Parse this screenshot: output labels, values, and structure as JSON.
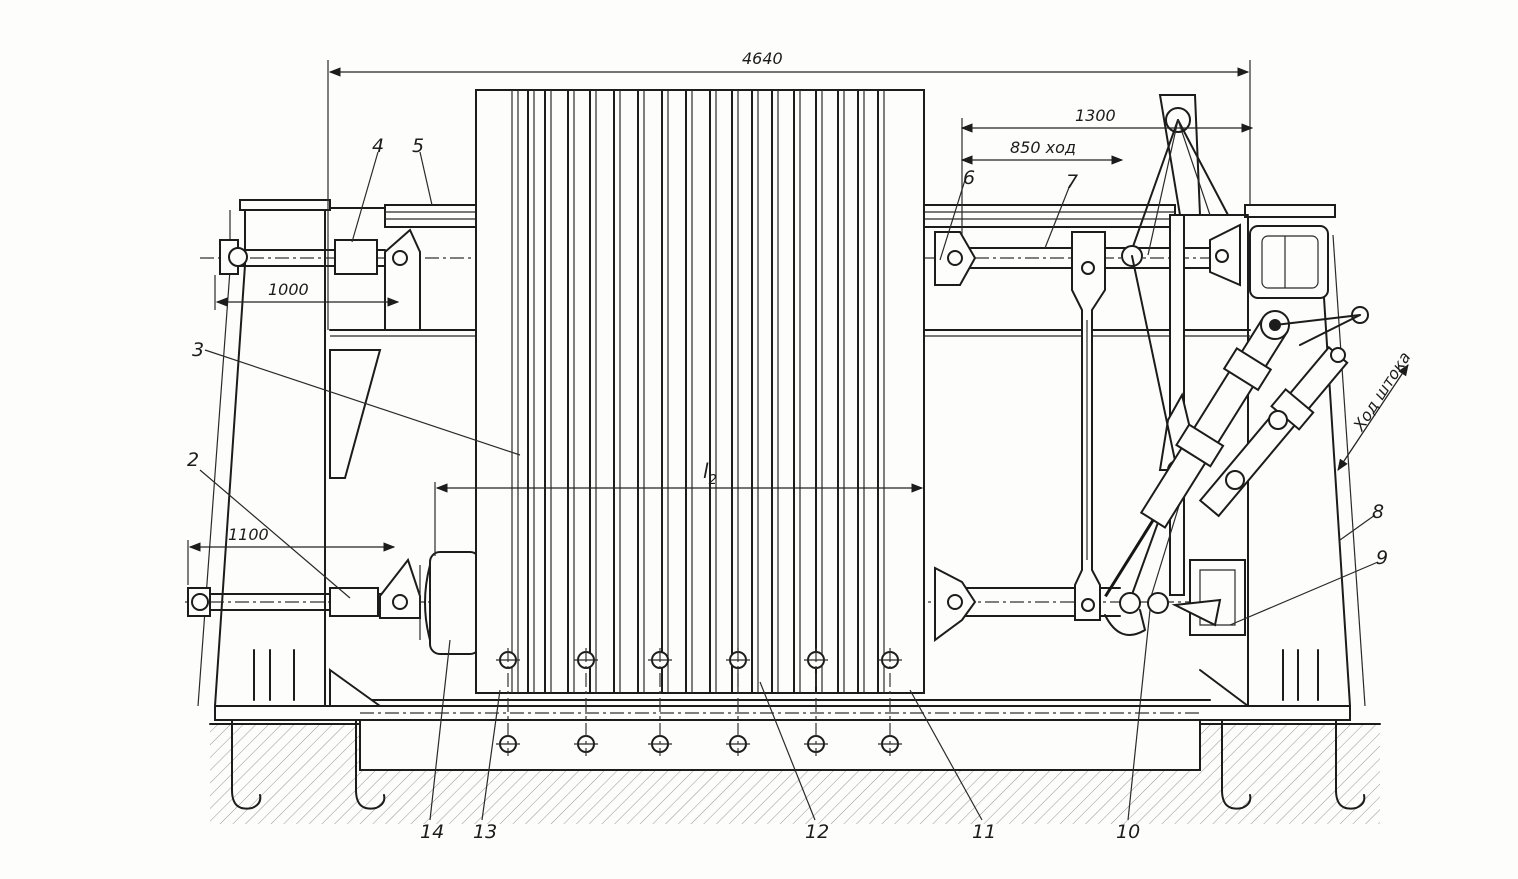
{
  "dimensions": {
    "overall": "4640",
    "d1300": "1300",
    "stroke850": "850 ход",
    "d1000": "1000",
    "d1100": "1100",
    "l2_main": "l",
    "l2_sub": "2",
    "rod_stroke": "Ход штока"
  },
  "callouts": {
    "c1": "2",
    "c2": "3",
    "c3": "4",
    "c4": "5",
    "c5": "6",
    "c6": "7",
    "c7": "8",
    "c8": "9",
    "c9": "10",
    "c10": "11",
    "c11": "12",
    "c12": "13",
    "c13": "14"
  },
  "colors": {
    "ink": "#1c1c1c",
    "paper": "#fdfdfb"
  }
}
